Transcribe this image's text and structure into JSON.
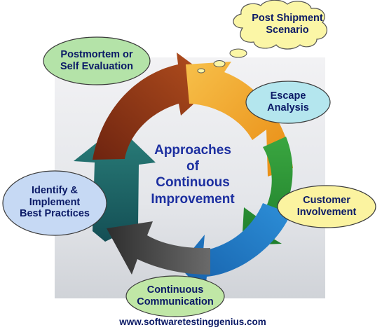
{
  "diagram": {
    "center_title": "Approaches\nof\nContinuous\nImprovement",
    "footer_url": "www.softwaretestinggenius.com",
    "approaches": [
      {
        "id": "postmortem",
        "label": "Postmortem or\nSelf Evaluation",
        "color": "#b4e3a8"
      },
      {
        "id": "post-shipment",
        "label": "Post Shipment\nScenario",
        "color": "#fbf6a6"
      },
      {
        "id": "escape-analysis",
        "label": "Escape\nAnalysis",
        "color": "#b4e6ee"
      },
      {
        "id": "customer-involvement",
        "label": "Customer\nInvolvement",
        "color": "#fbf3a0"
      },
      {
        "id": "continuous-communication",
        "label": "Continuous\nCommunication",
        "color": "#c0e7a6"
      },
      {
        "id": "identify-implement",
        "label": "Identify &\nImplement\nBest Practices",
        "color": "#c6d9f4"
      }
    ],
    "cycle_arrow_colors": {
      "brown": "#9a3a1a",
      "orange": "#f5a021",
      "green": "#2e9a35",
      "blue": "#1f78c8",
      "gray": "#4a4a4a",
      "teal": "#1e6f6e"
    }
  }
}
